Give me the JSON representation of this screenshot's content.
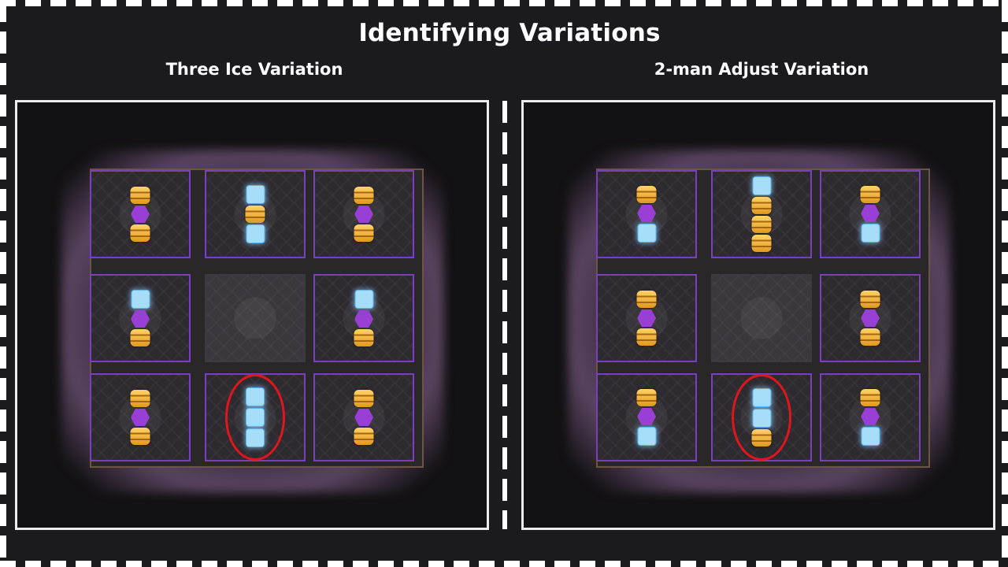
{
  "header": {
    "title": "Identifying Variations"
  },
  "panels": [
    {
      "title": "Three Ice Variation",
      "tiles": [
        [
          "fire",
          "dark",
          "fire"
        ],
        [
          "ice",
          "fire",
          "ice"
        ],
        [
          "fire",
          "dark",
          "fire"
        ],
        [
          "ice",
          "dark",
          "fire"
        ],
        [],
        [
          "ice",
          "dark",
          "fire"
        ],
        [
          "fire",
          "dark",
          "fire"
        ],
        [
          "ice",
          "ice",
          "ice"
        ],
        [
          "fire",
          "dark",
          "fire"
        ]
      ],
      "highlighted_tile": 7
    },
    {
      "title": "2-man Adjust Variation",
      "tiles": [
        [
          "fire",
          "dark",
          "ice"
        ],
        [
          "ice",
          "fire",
          "fire",
          "fire"
        ],
        [
          "fire",
          "dark",
          "ice"
        ],
        [
          "fire",
          "dark",
          "fire"
        ],
        [],
        [
          "fire",
          "dark",
          "fire"
        ],
        [
          "fire",
          "dark",
          "ice"
        ],
        [
          "ice",
          "ice",
          "fire"
        ],
        [
          "fire",
          "dark",
          "ice"
        ]
      ],
      "highlighted_tile": 7
    }
  ],
  "colors": {
    "background": "#1b1a1c",
    "tile_border": "#7a3fc0",
    "ring": "#e0161d",
    "fire_marker": "#f0b03a",
    "ice_marker": "#a6defa",
    "dark_marker": "#9a3fd6"
  }
}
